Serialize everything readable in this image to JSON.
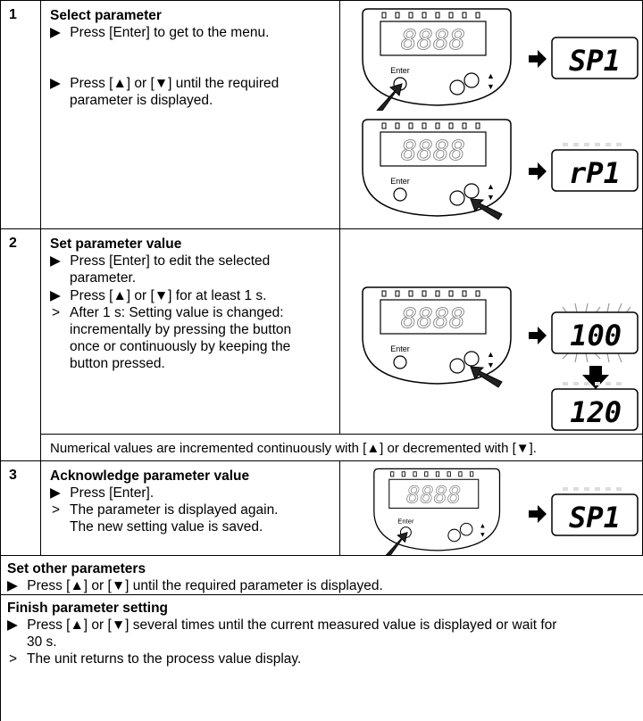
{
  "steps": [
    {
      "number": "1",
      "title": "Select parameter",
      "items": [
        {
          "marker": "▶",
          "text": "Press [Enter] to get to the menu."
        },
        {
          "marker": "▶",
          "lines": [
            "Press [▲] or [▼] until the required",
            "parameter is displayed."
          ]
        }
      ],
      "displays": [
        "SP1",
        "rP1"
      ]
    },
    {
      "number": "2",
      "title": "Set parameter value",
      "items": [
        {
          "marker": "▶",
          "lines": [
            "Press [Enter] to edit the selected",
            "parameter."
          ]
        },
        {
          "marker": "▶",
          "text": "Press [▲] or [▼] for at least 1 s."
        },
        {
          "marker": ">",
          "lines": [
            "After 1 s: Setting value is changed:",
            "incrementally by pressing the button",
            "once or continuously by keeping the",
            "button pressed."
          ]
        }
      ],
      "displays": [
        "100",
        "120"
      ],
      "note": "Numerical values are incremented continuously with [▲] or decremented with [▼]."
    },
    {
      "number": "3",
      "title": "Acknowledge parameter value",
      "items": [
        {
          "marker": "▶",
          "text": "Press [Enter]."
        },
        {
          "marker": ">",
          "lines": [
            "The parameter is displayed again.",
            "The new setting value is saved."
          ]
        }
      ],
      "displays": [
        "SP1"
      ]
    }
  ],
  "other": {
    "title": "Set other parameters",
    "marker": "▶",
    "text": "Press [▲] or [▼] until the required parameter is displayed."
  },
  "finish": {
    "title": "Finish parameter setting",
    "items": [
      {
        "marker": "▶",
        "lines": [
          "Press [▲] or [▼] several times until the current measured value is displayed or wait for",
          "30 s."
        ]
      },
      {
        "marker": ">",
        "text": "The unit returns to the process value display."
      }
    ]
  },
  "device": {
    "enter_label": "Enter",
    "display_digits": "8888",
    "up": "▲",
    "down": "▼"
  }
}
